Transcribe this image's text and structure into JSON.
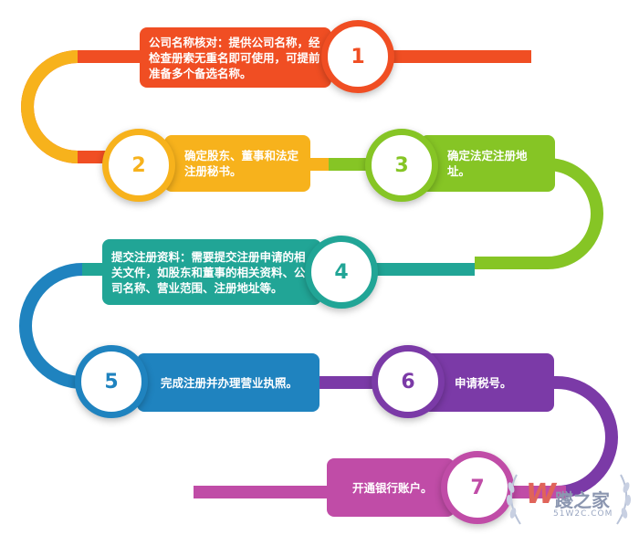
{
  "steps": [
    {
      "number": "1",
      "text": "公司名称核对：提供公司名称，经检查册索无重名即可使用，可提前准备多个备选名称。",
      "color": "#f04e23"
    },
    {
      "number": "2",
      "text": "确定股东、董事和法定注册秘书。",
      "color": "#f7b21c"
    },
    {
      "number": "3",
      "text": "确定法定注册地址。",
      "color": "#86c525"
    },
    {
      "number": "4",
      "text": "提交注册资料：需要提交注册申请的相关文件，如股东和董事的相关资料、公司名称、营业范围、注册地址等。",
      "color": "#21a596"
    },
    {
      "number": "5",
      "text": "完成注册并办理营业执照。",
      "color": "#1f83bf"
    },
    {
      "number": "6",
      "text": "申请税号。",
      "color": "#7b3aa7"
    },
    {
      "number": "7",
      "text": "开通银行账户。",
      "color": "#c04ca7"
    }
  ],
  "watermark": {
    "brand": "躞之家",
    "url": "51W2C.COM",
    "logo_letter": "W"
  }
}
